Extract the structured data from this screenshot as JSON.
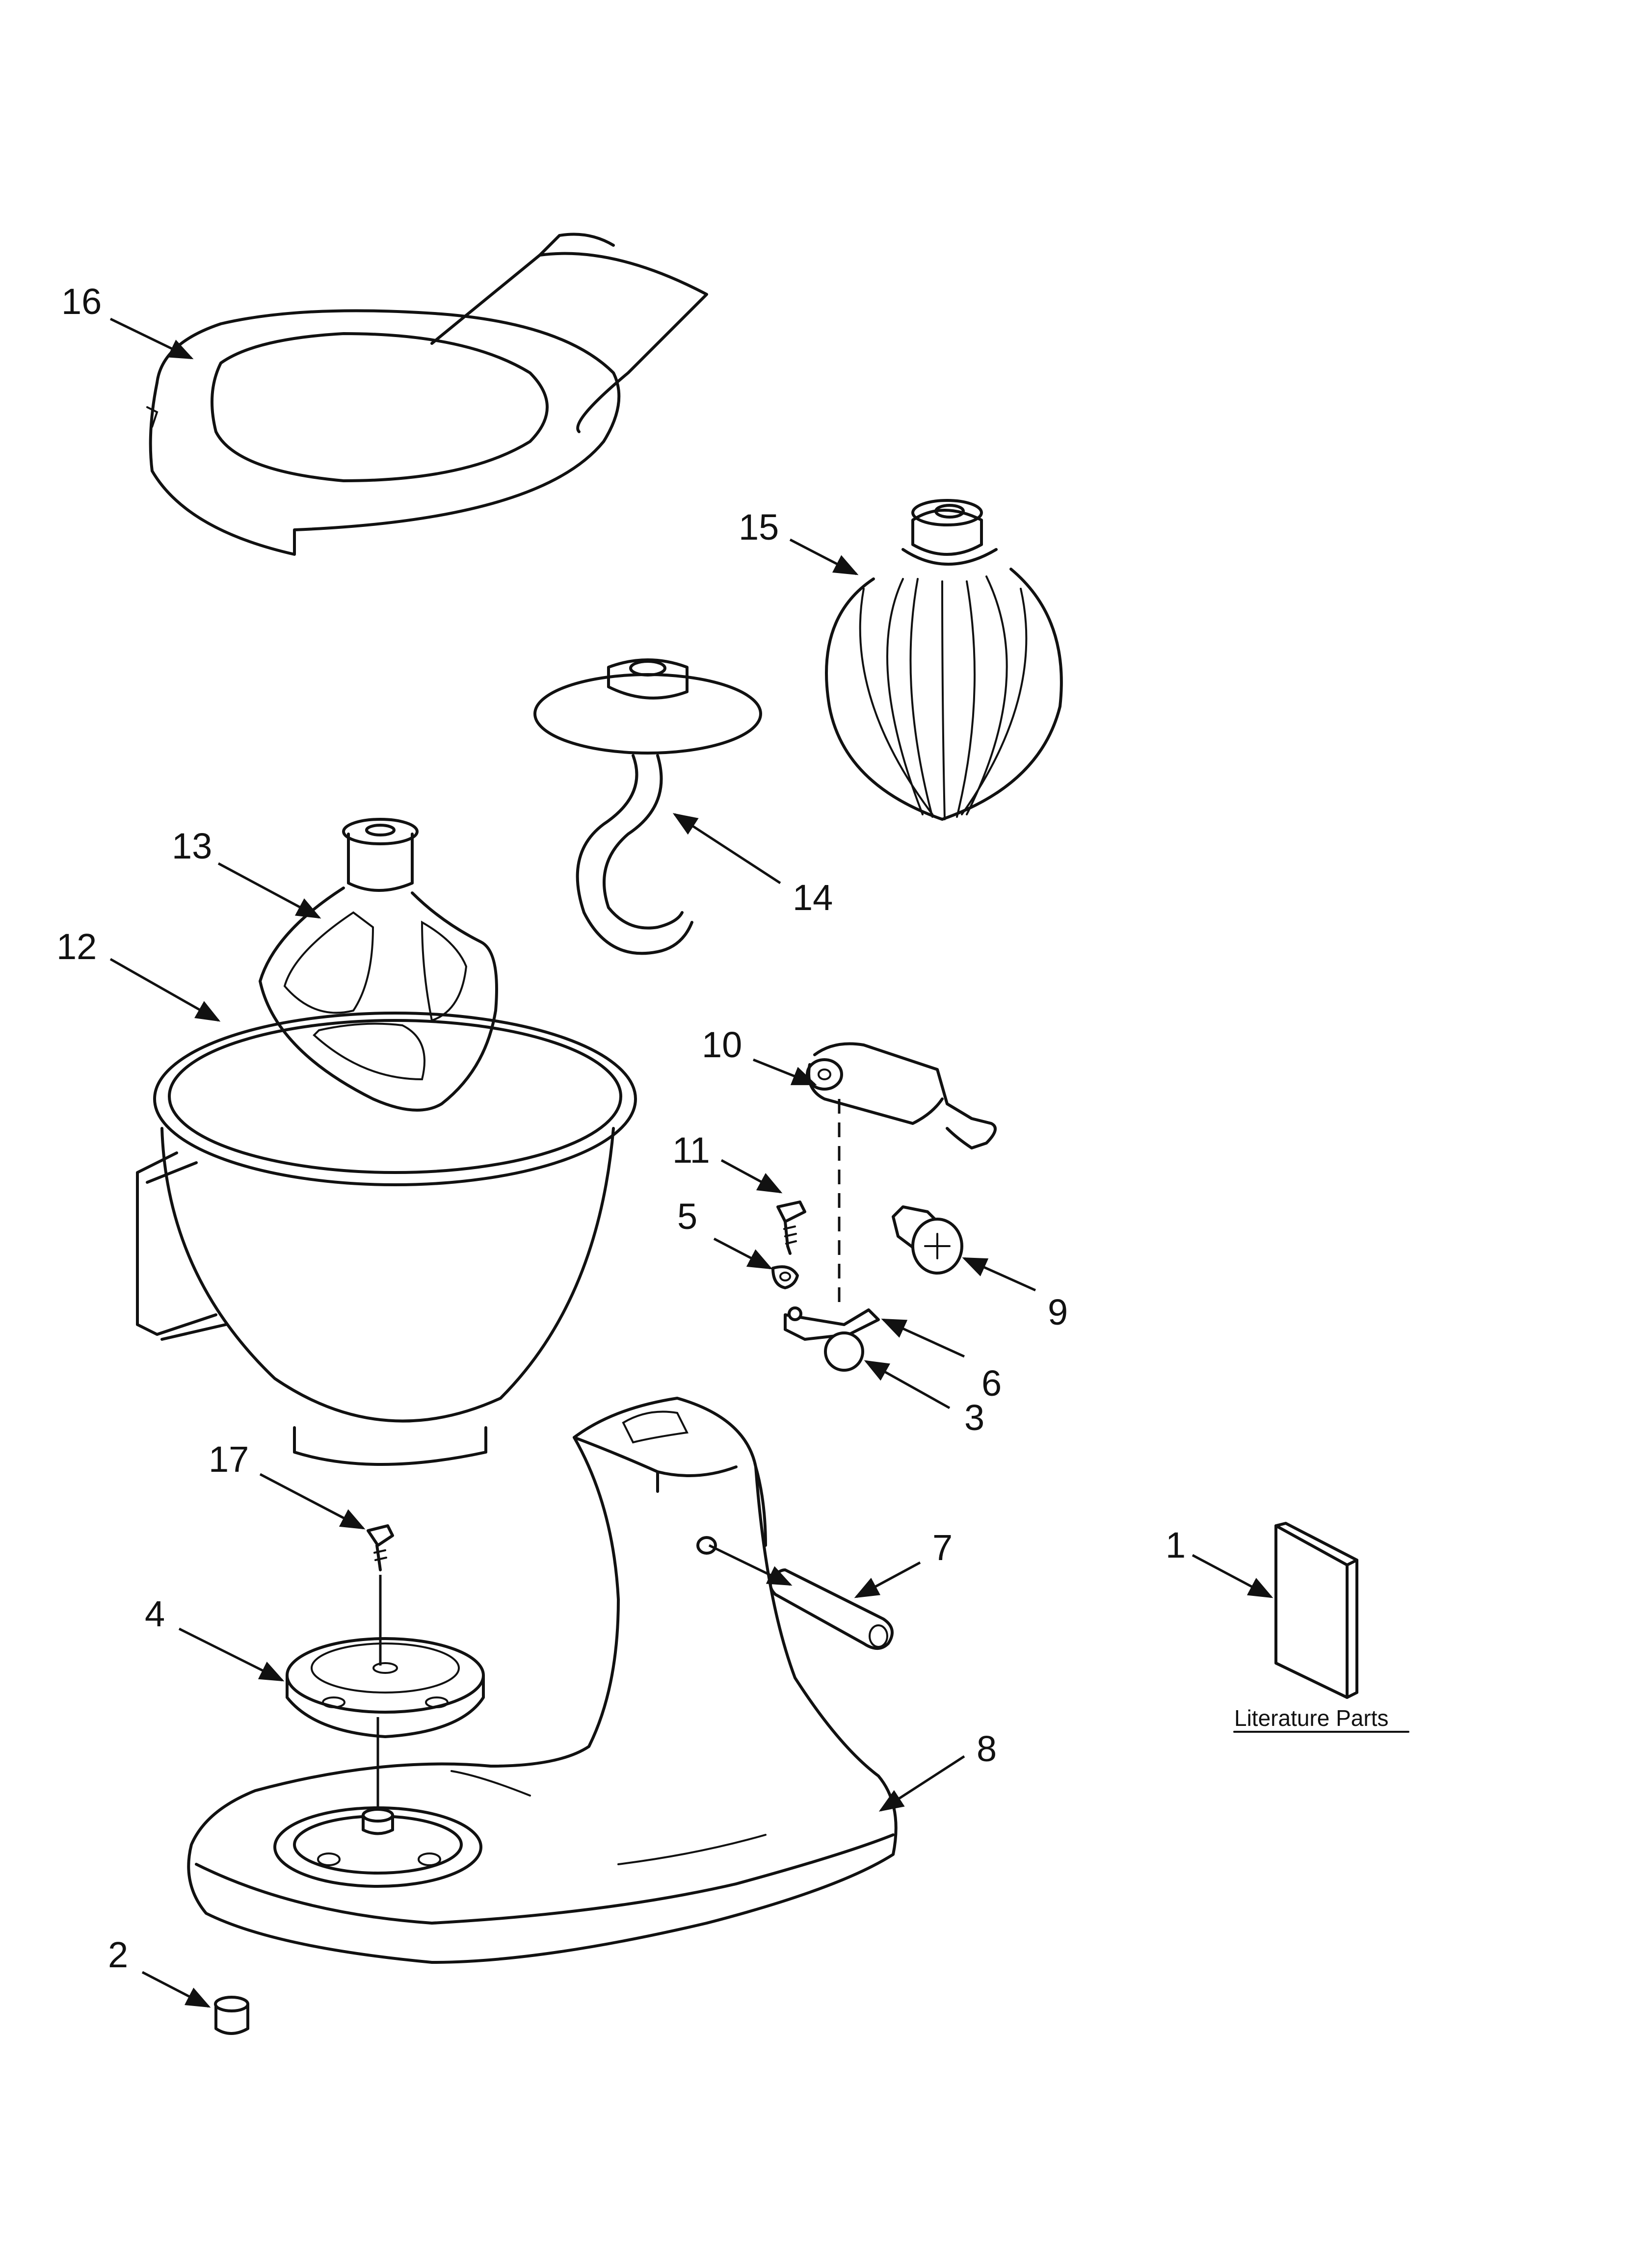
{
  "callouts": {
    "c1": "1",
    "c2": "2",
    "c3": "3",
    "c4": "4",
    "c5": "5",
    "c6": "6",
    "c7": "7",
    "c8": "8",
    "c9": "9",
    "c10": "10",
    "c11": "11",
    "c12": "12",
    "c13": "13",
    "c14": "14",
    "c15": "15",
    "c16": "16",
    "c17": "17"
  },
  "literature_caption": "Literature Parts",
  "colors": {
    "line": "#111111",
    "background": "#ffffff"
  }
}
